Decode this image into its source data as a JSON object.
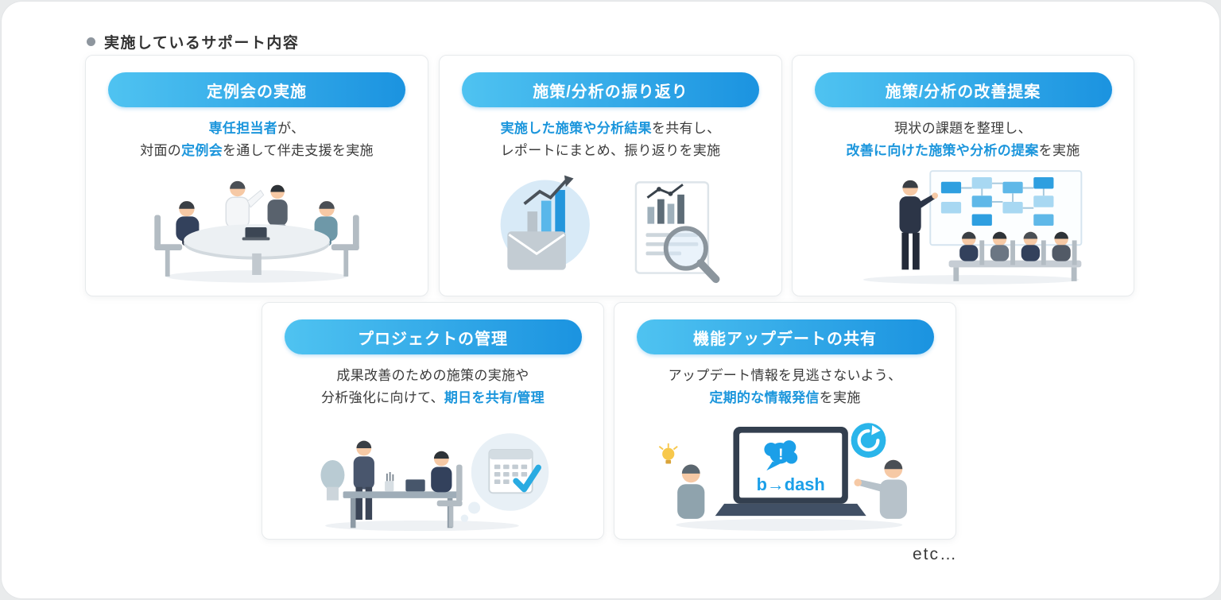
{
  "page": {
    "title": "実施しているサポート内容",
    "etc_label": "etc…"
  },
  "colors": {
    "pill_gradient_start": "#4FC3F1",
    "pill_gradient_end": "#1B93E0",
    "highlight": "#1C96DC"
  },
  "cards": [
    {
      "title": "定例会の実施",
      "illustration": "meeting-around-table",
      "desc": [
        [
          {
            "t": "専任担当者",
            "h": true
          },
          {
            "t": "が、",
            "h": false
          }
        ],
        [
          {
            "t": "対面の",
            "h": false
          },
          {
            "t": "定例会",
            "h": true
          },
          {
            "t": "を通して伴走支援を実施",
            "h": false
          }
        ]
      ]
    },
    {
      "title": "施策/分析の振り返り",
      "illustration": "chart-report-magnifier",
      "desc": [
        [
          {
            "t": "実施した施策や分析結果",
            "h": true
          },
          {
            "t": "を共有し、",
            "h": false
          }
        ],
        [
          {
            "t": "レポートにまとめ、振り返りを実施",
            "h": false
          }
        ]
      ]
    },
    {
      "title": "施策/分析の改善提案",
      "illustration": "whiteboard-presentation",
      "desc": [
        [
          {
            "t": "現状の課題を整理し、",
            "h": false
          }
        ],
        [
          {
            "t": "改善に向けた施策や分析の提案",
            "h": true
          },
          {
            "t": "を実施",
            "h": false
          }
        ]
      ]
    },
    {
      "title": "プロジェクトの管理",
      "illustration": "desk-and-calendar",
      "desc": [
        [
          {
            "t": "成果改善のための施策の実施や",
            "h": false
          }
        ],
        [
          {
            "t": "分析強化に向けて、",
            "h": false
          },
          {
            "t": "期日を共有/管理",
            "h": true
          }
        ]
      ]
    },
    {
      "title": "機能アップデートの共有",
      "illustration": "bdash-laptop-update",
      "logo_text": "b→dash",
      "logo_exclaim": "!",
      "desc": [
        [
          {
            "t": "アップデート情報を見逃さないよう、",
            "h": false
          }
        ],
        [
          {
            "t": "定期的な情報発信",
            "h": true
          },
          {
            "t": "を実施",
            "h": false
          }
        ]
      ]
    }
  ]
}
